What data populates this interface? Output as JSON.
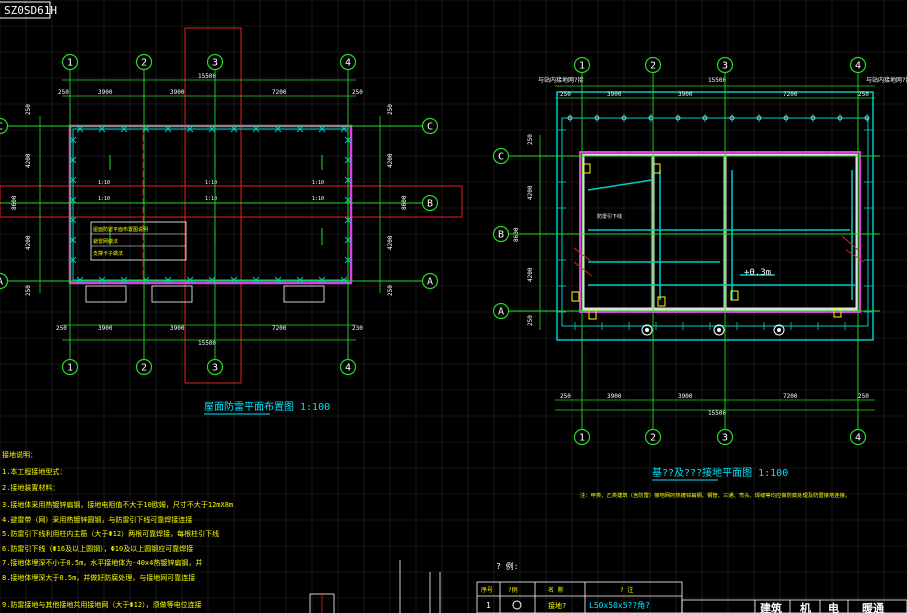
{
  "corner_label": "SZ0SD61H",
  "axes": {
    "numbers": [
      "1",
      "2",
      "3",
      "4"
    ],
    "letters": [
      "A",
      "B",
      "C"
    ]
  },
  "left_plan": {
    "dims_top": [
      "250",
      "3900",
      "3900",
      "7200",
      "250"
    ],
    "total": "15500",
    "dims_bottom": [
      "250",
      "3900",
      "3900",
      "7200",
      "230"
    ],
    "dims_side": [
      "250",
      "4200",
      "8600",
      "4200",
      "250"
    ],
    "dims_side_right": [
      "250",
      "4200",
      "8600",
      "4200",
      "250"
    ],
    "slopes": [
      "1:10",
      "1:10",
      "1:10",
      "1:10",
      "1:10",
      "1:10"
    ],
    "note_lines": [
      "屋面防雷平面布置图说明",
      "避雷网做法",
      "支撑卡子做法"
    ],
    "title": "屋面防雷平面布置图  1:100"
  },
  "right_plan": {
    "top_labels": [
      "与站内接地网?接",
      "与站内接地网?接"
    ],
    "dims_top": [
      "250",
      "3900",
      "3900",
      "7200",
      "250"
    ],
    "total": "15500",
    "dims_bottom": [
      "250",
      "3900",
      "3900",
      "7200",
      "250"
    ],
    "dims_side": [
      "250",
      "4200",
      "8600",
      "4200",
      "250"
    ],
    "level": "+0.3m",
    "inner_label": "防雷引下线",
    "title": "基??及???接地平面图  1:100",
    "note": "注：甲类、乙类建筑（含防雷）接地网的热镀锌扁钢、钢管、三通、弯头、焊缝等均应做防腐处理及防雷接地连接。"
  },
  "left_notes": [
    "接地说明：",
    "1.本工程接地型式：",
    "2.接地装置材料：",
    "3.接地体采用热镀锌扁钢，接地电阻值不大于10欧姆，尺寸不大于12mX8m",
    "4.避雷带（网）采用热镀锌圆钢，与防雷引下线可靠焊接连接",
    "5.防雷引下线利用柱内主筋（大于Φ12）两根可靠焊接，每根柱引下线",
    "6.防雷引下线（Φ16及以上圆钢），Φ10及以上圆钢应可靠焊接",
    "7.接地体埋深不小于0.5m，水平接地体为-40x4热镀锌扁钢，并",
    "8.接地体埋深大于0.5m，并做好防腐处理，与接地网可靠连接",
    "9.防雷接地与其他接地共用接地网（大于Φ12），须做等电位连接"
  ],
  "legend": {
    "title": "? 例:",
    "headers": [
      "序号",
      "?例",
      "名 称",
      "? 注"
    ],
    "row": [
      "1",
      "",
      "接地?",
      "L50x50x5??角?"
    ]
  },
  "title_block": [
    "建筑",
    "机",
    "电",
    "暖通"
  ],
  "colors": {
    "background": "#000000",
    "grid": "#2b2b2b",
    "axis": "#22dd22",
    "wall_cyan": "#00cccc",
    "magenta": "#e040e0",
    "red": "#e02020",
    "yellow": "#ffff00",
    "title_cyan": "#00e5ff",
    "white": "#ffffff"
  }
}
